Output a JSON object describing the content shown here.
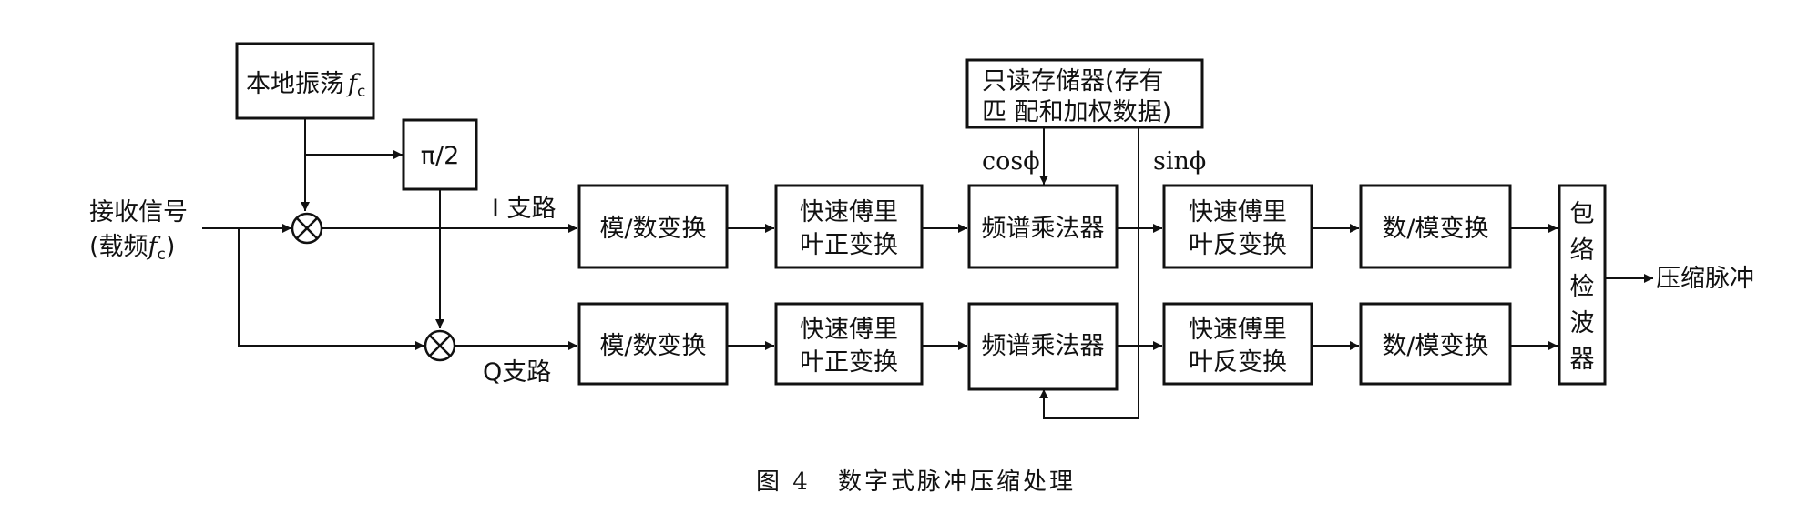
{
  "input": {
    "line1": "接收信号",
    "line2_prefix": "(载频",
    "line2_var": "f",
    "line2_sub": "c",
    "line2_suffix": ")"
  },
  "oscillator": {
    "label": "本地振荡",
    "var": "f",
    "sub": "c"
  },
  "phase_shift": {
    "label": "π/2"
  },
  "rom": {
    "line1": "只读存储器(存有",
    "line2": "匹 配和加权数据)"
  },
  "signals": {
    "cos": "cosϕ",
    "sin": "sinϕ"
  },
  "branches": {
    "i": "I 支路",
    "q": "Q支路"
  },
  "i_chain": {
    "adc": "模/数变换",
    "fft_1": "快速傅里",
    "fft_2": "叶正变换",
    "mult": "频谱乘法器",
    "ifft_1": "快速傅里",
    "ifft_2": "叶反变换",
    "dac": "数/模变换"
  },
  "q_chain": {
    "adc": "模/数变换",
    "fft_1": "快速傅里",
    "fft_2": "叶正变换",
    "mult": "频谱乘法器",
    "ifft_1": "快速傅里",
    "ifft_2": "叶反变换",
    "dac": "数/模变换"
  },
  "detector": {
    "c1": "包",
    "c2": "络",
    "c3": "检",
    "c4": "波",
    "c5": "器"
  },
  "output": {
    "label": "压缩脉冲"
  },
  "caption": {
    "number": "图 4",
    "title": "数字式脉冲压缩处理"
  },
  "icons": {
    "mixer": "multiplier-circle-x-icon",
    "arrow": "arrowhead-icon"
  }
}
